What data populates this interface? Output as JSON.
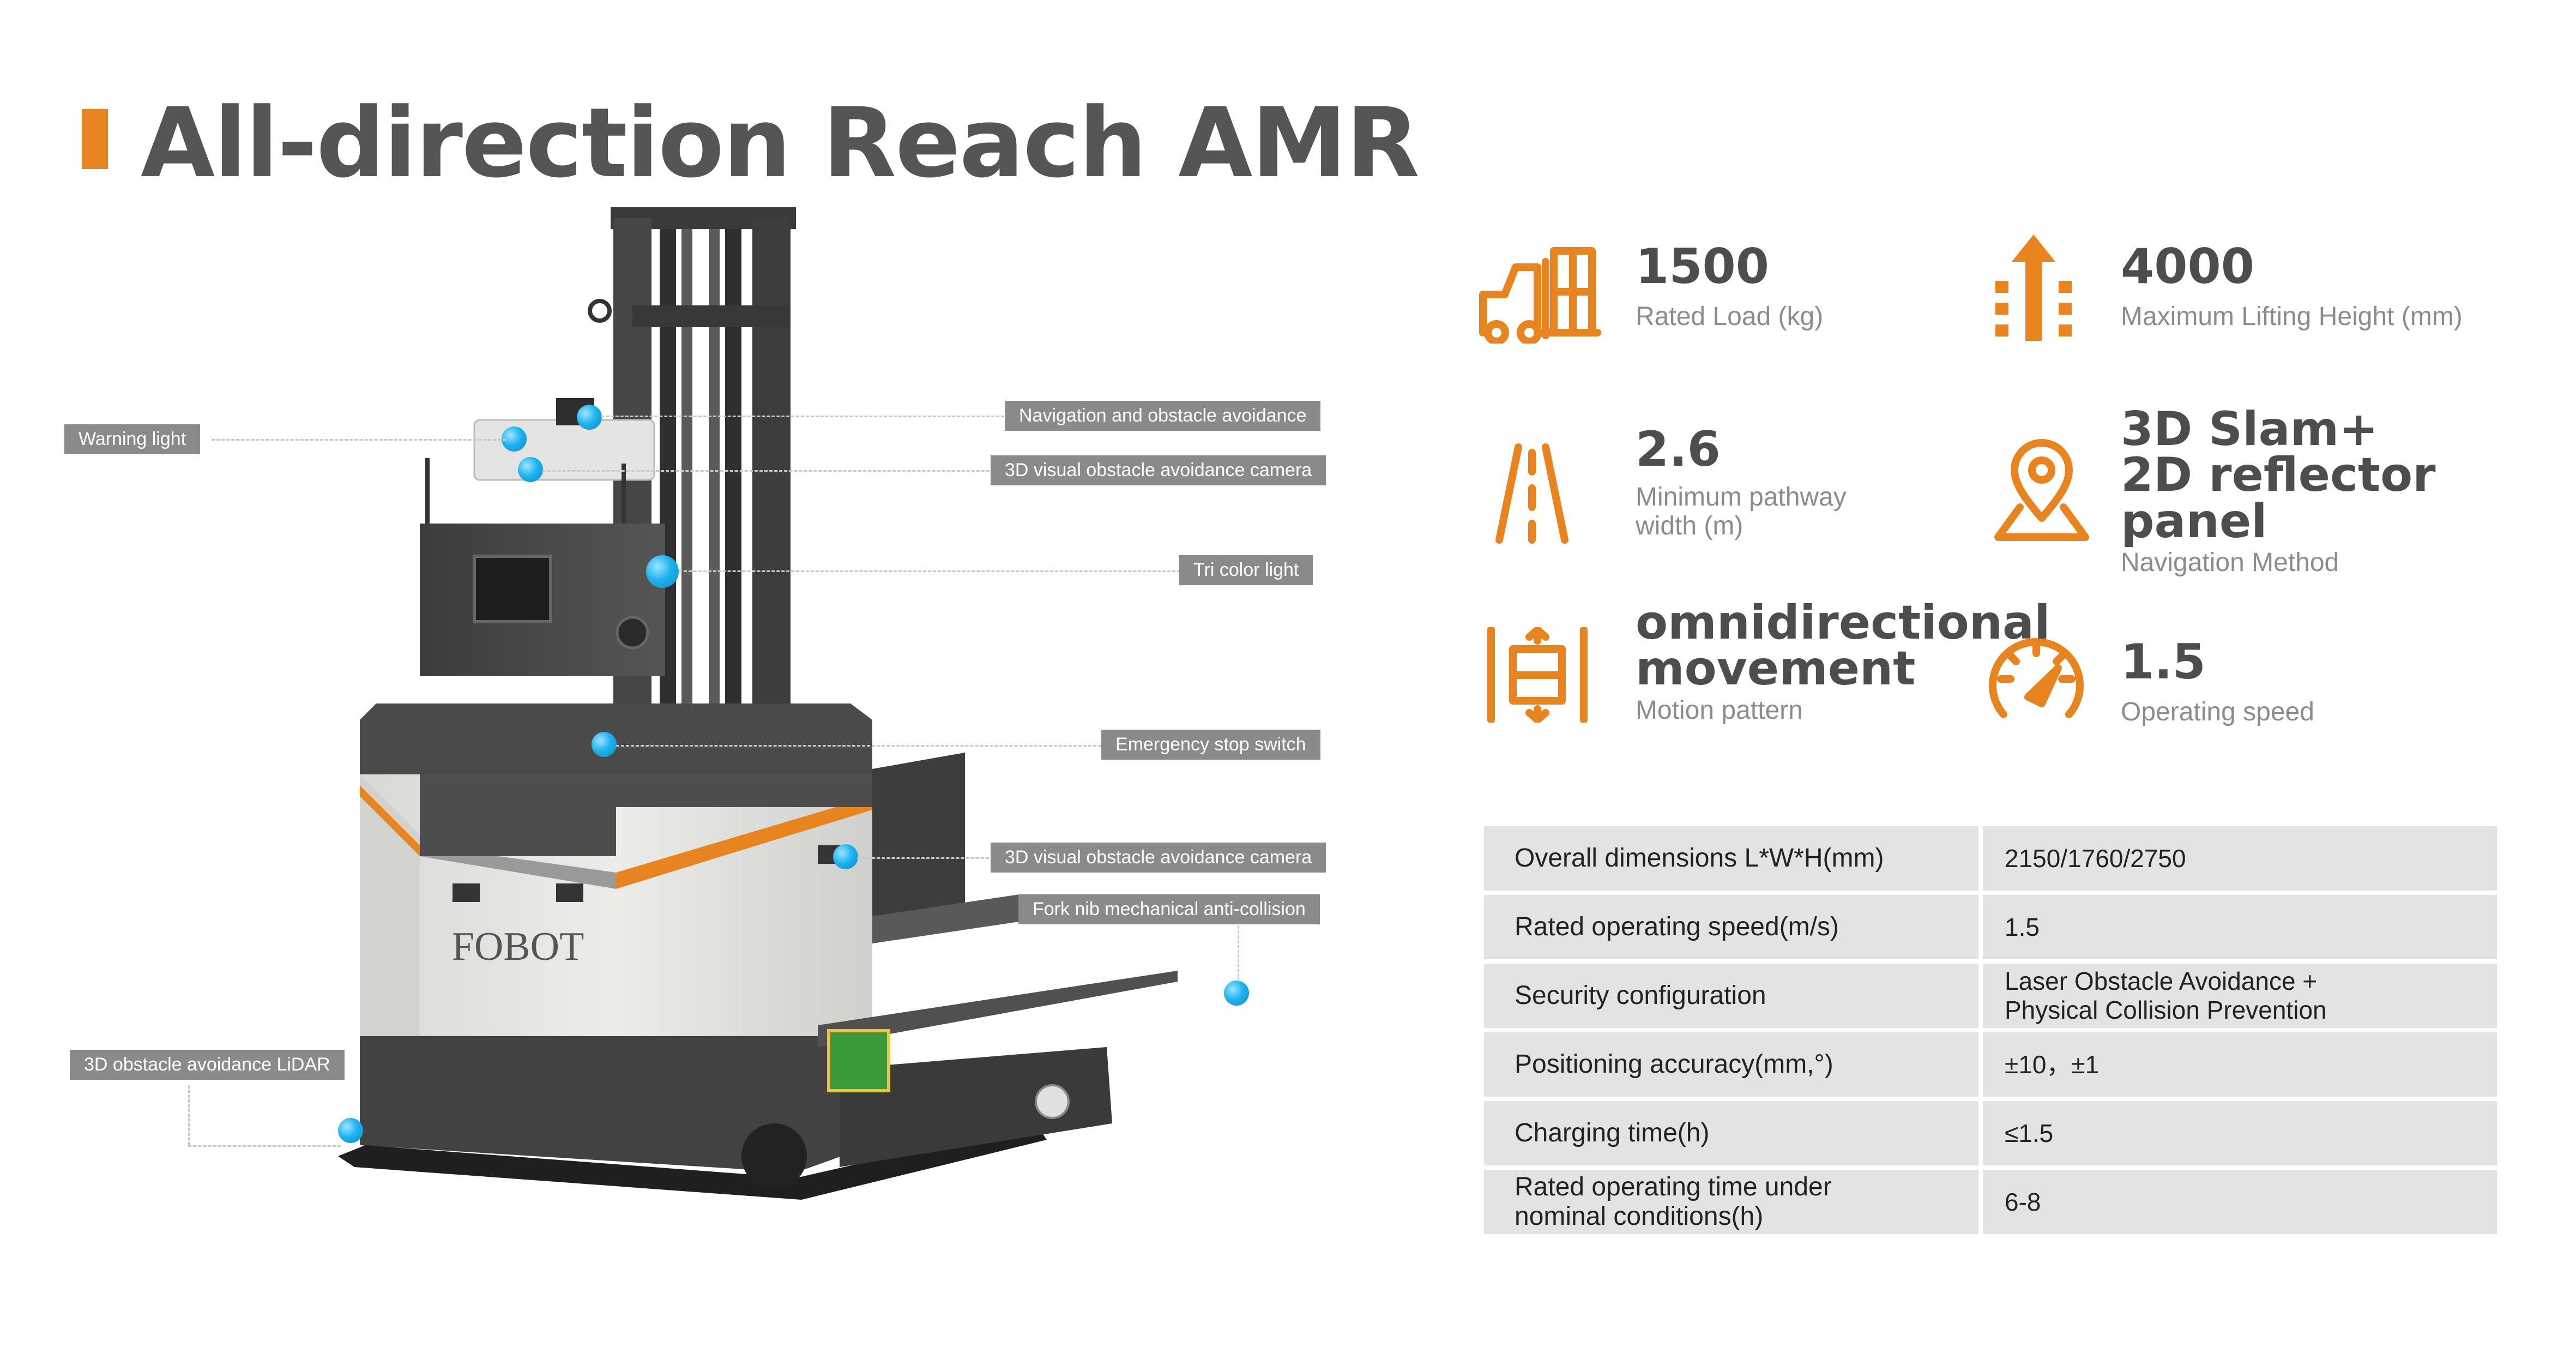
{
  "title": "All-direction Reach AMR",
  "robot": {
    "brand": "FOBOT"
  },
  "callouts": {
    "warning_light": "Warning light",
    "navigation": "Navigation and obstacle avoidance",
    "camera_top": "3D visual obstacle avoidance camera",
    "tri_color": "Tri color light",
    "emergency_stop": "Emergency stop switch",
    "camera_mid": "3D visual obstacle avoidance camera",
    "fork_nib": "Fork nib mechanical anti-collision",
    "lidar": "3D obstacle avoidance LiDAR"
  },
  "specs": [
    {
      "value": "1500",
      "label": "Rated Load (kg)",
      "icon": "forklift-icon"
    },
    {
      "value": "4000",
      "label": "Maximum Lifting Height (mm)",
      "icon": "lift-arrow-icon"
    },
    {
      "value": "2.6",
      "label": "Minimum pathway\nwidth (m)",
      "icon": "road-icon"
    },
    {
      "value": "3D Slam+\n2D reflector panel",
      "label": "Navigation Method",
      "icon": "map-pin-icon"
    },
    {
      "value": "omnidirectional\nmovement",
      "label": "Motion pattern",
      "icon": "omni-move-icon"
    },
    {
      "value": "1.5",
      "label": "Operating speed",
      "icon": "speedometer-icon"
    }
  ],
  "table": [
    {
      "param": "Overall dimensions L*W*H(mm)",
      "value": "2150/1760/2750"
    },
    {
      "param": "Rated operating speed(m/s)",
      "value": "1.5"
    },
    {
      "param": "Security configuration",
      "value": "Laser Obstacle Avoidance +\nPhysical Collision Prevention"
    },
    {
      "param": "Positioning accuracy(mm,°)",
      "value": "±10，±1"
    },
    {
      "param": "Charging time(h)",
      "value": "≤1.5"
    },
    {
      "param": "Rated operating time under\nnominal conditions(h)",
      "value": "6-8"
    }
  ],
  "colors": {
    "accent": "#e8841f",
    "title": "#555555",
    "label_bg": "#8a8a8a",
    "table_bg": "#e3e3e3",
    "sensor_blue": "#1fb3ef"
  }
}
